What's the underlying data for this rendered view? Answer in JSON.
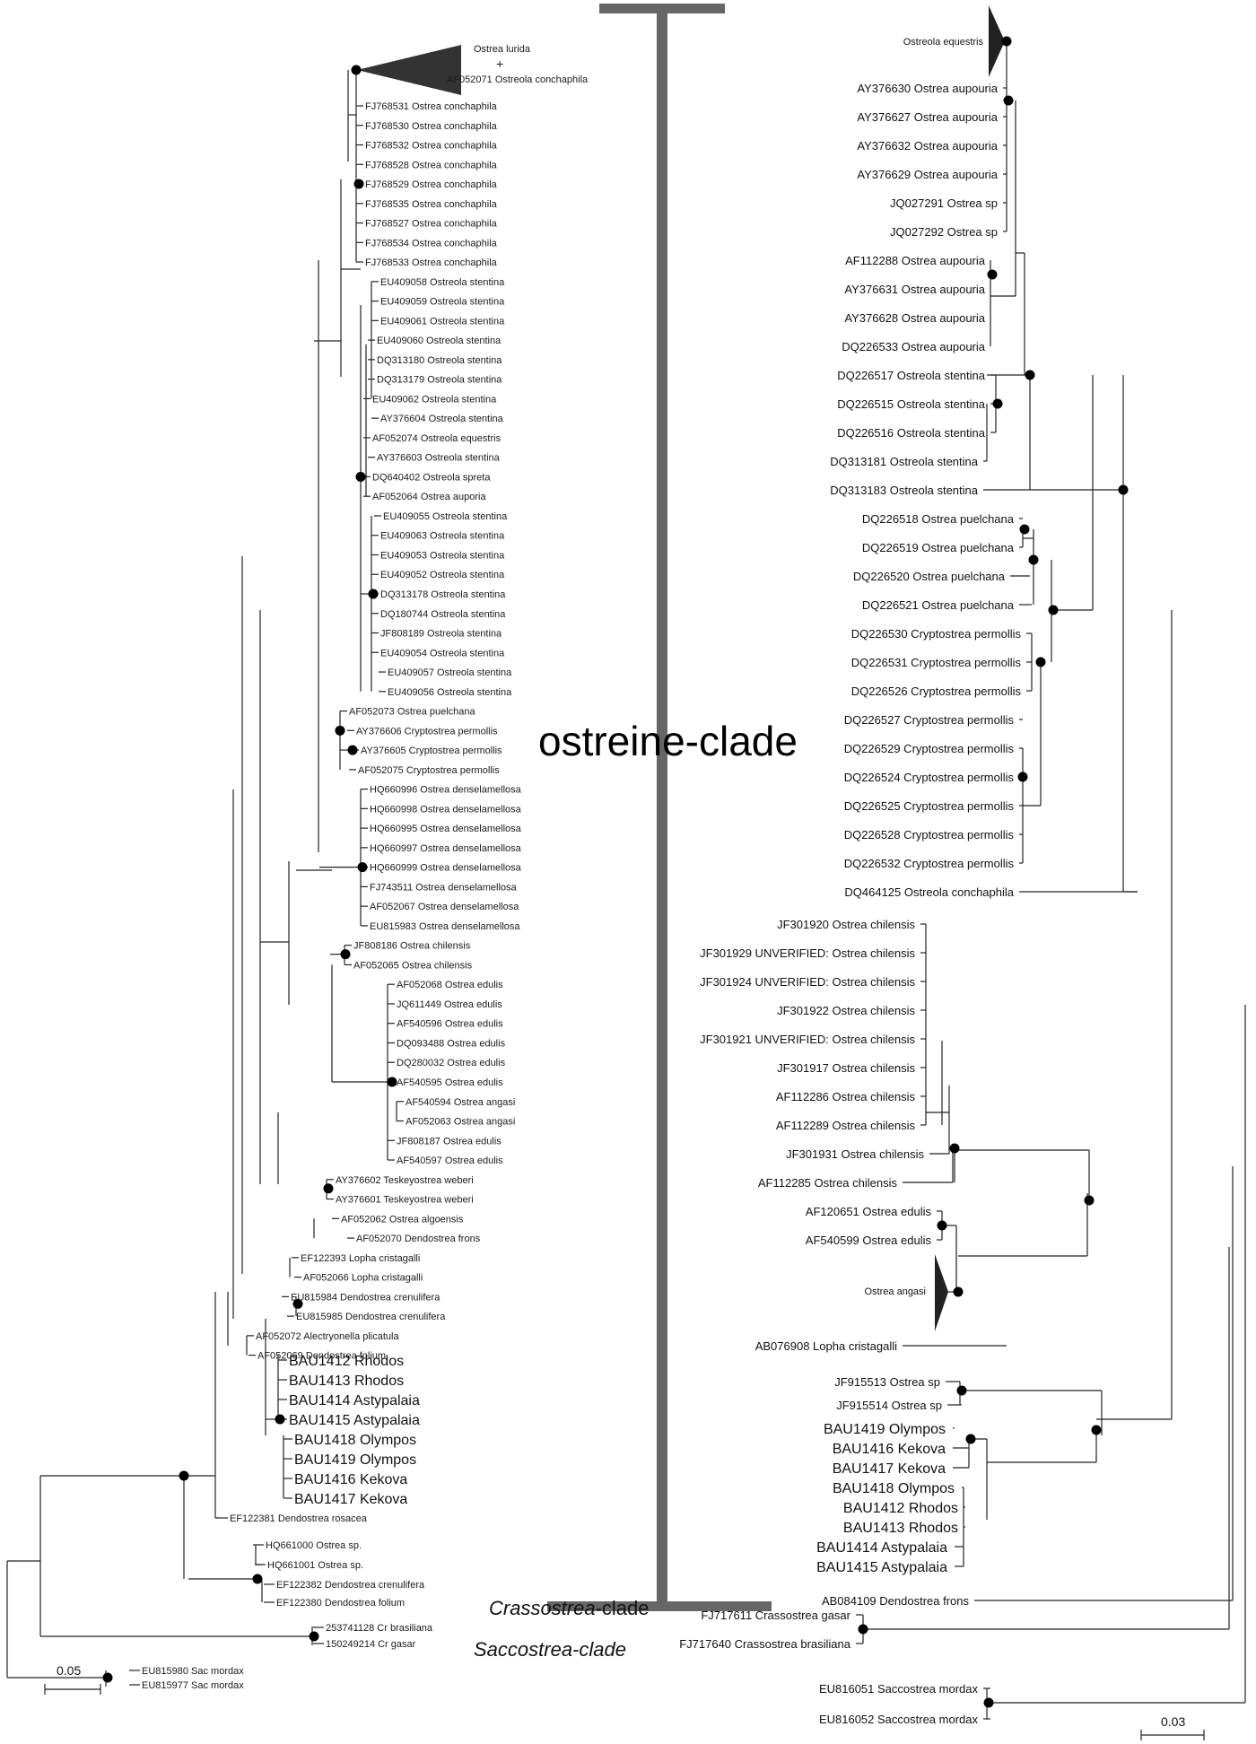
{
  "clade_labels": {
    "ostreine": "ostreine-clade",
    "crassostrea_italic": "Crassostrea",
    "crassostrea_suffix": "-clade",
    "saccostrea_italic": "Saccostrea-clade"
  },
  "left_tree": {
    "collapsed_top": {
      "line1": "Ostrea lurida",
      "line2": "+",
      "line3": "AF052071 Ostreola conchaphila"
    },
    "taxa_small": [
      "FJ768531 Ostrea conchaphila",
      "FJ768530 Ostrea conchaphila",
      "FJ768532 Ostrea conchaphila",
      "FJ768528 Ostrea conchaphila",
      "FJ768529 Ostrea conchaphila",
      "FJ768535 Ostrea conchaphila",
      "FJ768527 Ostrea conchaphila",
      "FJ768534 Ostrea conchaphila",
      "FJ768533 Ostrea conchaphila",
      "EU409058 Ostreola stentina",
      "EU409059 Ostreola stentina",
      "EU409061 Ostreola stentina",
      "EU409060 Ostreola stentina",
      "DQ313180 Ostreola stentina",
      "DQ313179 Ostreola stentina",
      "EU409062 Ostreola stentina",
      "AY376604 Ostreola stentina",
      "AF052074 Ostreola equestris",
      "AY376603 Ostreola stentina",
      "DQ640402 Ostreola spreta",
      "AF052064 Ostrea auporia",
      "EU409055 Ostreola stentina",
      "EU409063 Ostreola stentina",
      "EU409053 Ostreola stentina",
      "EU409052 Ostreola stentina",
      "DQ313178 Ostreola stentina",
      "DQ180744 Ostreola stentina",
      "JF808189 Ostreola stentina",
      "EU409054 Ostreola stentina",
      "EU409057 Ostreola stentina",
      "EU409056 Ostreola stentina",
      "AF052073 Ostrea puelchana",
      "AY376606 Cryptostrea permollis",
      "AY376605 Cryptostrea permollis",
      "AF052075 Cryptostrea permollis",
      "HQ660996 Ostrea denselamellosa",
      "HQ660998 Ostrea denselamellosa",
      "HQ660995 Ostrea denselamellosa",
      "HQ660997 Ostrea denselamellosa",
      "HQ660999 Ostrea denselamellosa",
      "FJ743511 Ostrea denselamellosa",
      "AF052067 Ostrea denselamellosa",
      "EU815983 Ostrea denselamellosa",
      "JF808186 Ostrea chilensis",
      "AF052065 Ostrea chilensis",
      "AF052068 Ostrea edulis",
      "JQ611449 Ostrea edulis",
      "AF540596 Ostrea edulis",
      "DQ093488 Ostrea edulis",
      "DQ280032 Ostrea edulis",
      "AF540595 Ostrea edulis",
      "AF540594 Ostrea angasi",
      "AF052063 Ostrea angasi",
      "JF808187 Ostrea edulis",
      "AF540597 Ostrea edulis",
      "AY376602 Teskeyostrea weberi",
      "AY376601 Teskeyostrea weberi",
      "AF052062 Ostrea algoensis",
      "AF052070 Dendostrea frons",
      "EF122393 Lopha cristagalli",
      "AF052066 Lopha cristagalli",
      "EU815984 Dendostrea crenulifera",
      "EU815985 Dendostrea crenulifera",
      "AF052072 Alectryonella plicatula",
      "AF052069 Dendostrea folium"
    ],
    "taxa_bau": [
      "BAU1412 Rhodos",
      "BAU1413 Rhodos",
      "BAU1414 Astypalaia",
      "BAU1415 Astypalaia",
      "BAU1418 Olympos",
      "BAU1419 Olympos",
      "BAU1416 Kekova",
      "BAU1417 Kekova"
    ],
    "taxa_bottom": [
      "EF122381 Dendostrea rosacea",
      "HQ661000 Ostrea sp.",
      "HQ661001 Ostrea sp.",
      "EF122382 Dendostrea crenulifera",
      "EF122380 Dendostrea folium",
      "253741128 Cr brasiliana",
      "150249214 Cr gasar",
      "EU815980 Sac mordax",
      "EU815977 Sac mordax"
    ],
    "scale_label": "0.05"
  },
  "right_tree": {
    "collapsed_top": "Ostreola equestris",
    "collapsed_mid": "Ostrea angasi",
    "taxa": [
      "AY376630 Ostrea aupouria",
      "AY376627 Ostrea aupouria",
      "AY376632 Ostrea aupouria",
      "AY376629 Ostrea aupouria",
      "JQ027291 Ostrea sp",
      "JQ027292 Ostrea sp",
      "AF112288 Ostrea aupouria",
      "AY376631 Ostrea aupouria",
      "AY376628 Ostrea aupouria",
      "DQ226533 Ostrea aupouria",
      "DQ226517 Ostreola stentina",
      "DQ226515 Ostreola stentina",
      "DQ226516 Ostreola stentina",
      "DQ313181 Ostreola stentina",
      "DQ313183 Ostreola stentina",
      "DQ226518 Ostrea puelchana",
      "DQ226519 Ostrea puelchana",
      "DQ226520 Ostrea puelchana",
      "DQ226521 Ostrea puelchana",
      "DQ226530 Cryptostrea permollis",
      "DQ226531 Cryptostrea permollis",
      "DQ226526 Cryptostrea permollis",
      "DQ226527 Cryptostrea permollis",
      "DQ226529 Cryptostrea permollis",
      "DQ226524 Cryptostrea permollis",
      "DQ226525 Cryptostrea permollis",
      "DQ226528 Cryptostrea permollis",
      "DQ226532 Cryptostrea permollis",
      "DQ464125 Ostreola conchaphila",
      "JF301920 Ostrea chilensis",
      "JF301929 UNVERIFIED: Ostrea chilensis",
      "JF301924 UNVERIFIED: Ostrea chilensis",
      "JF301922 Ostrea chilensis",
      "JF301921 UNVERIFIED: Ostrea chilensis",
      "JF301917 Ostrea chilensis",
      "AF112286 Ostrea chilensis",
      "AF112289 Ostrea chilensis",
      "JF301931 Ostrea chilensis",
      "AF112285 Ostrea chilensis",
      "AF120651 Ostrea edulis",
      "AF540599 Ostrea edulis",
      "AB076908 Lopha cristagalli",
      "JF915513 Ostrea sp",
      "JF915514 Ostrea sp"
    ],
    "taxa_bau": [
      "BAU1419 Olympos",
      "BAU1416 Kekova",
      "BAU1417 Kekova",
      "BAU1418 Olympos",
      "BAU1412 Rhodos",
      "BAU1413 Rhodos",
      "BAU1414 Astypalaia",
      "BAU1415 Astypalaia"
    ],
    "taxa_bottom": [
      "AB084109 Dendostrea frons",
      "FJ717611 Crassostrea gasar",
      "FJ717640 Crassostrea brasiliana",
      "EU816051 Saccostrea mordax",
      "EU816052 Saccostrea mordax"
    ],
    "scale_label": "0.03"
  }
}
